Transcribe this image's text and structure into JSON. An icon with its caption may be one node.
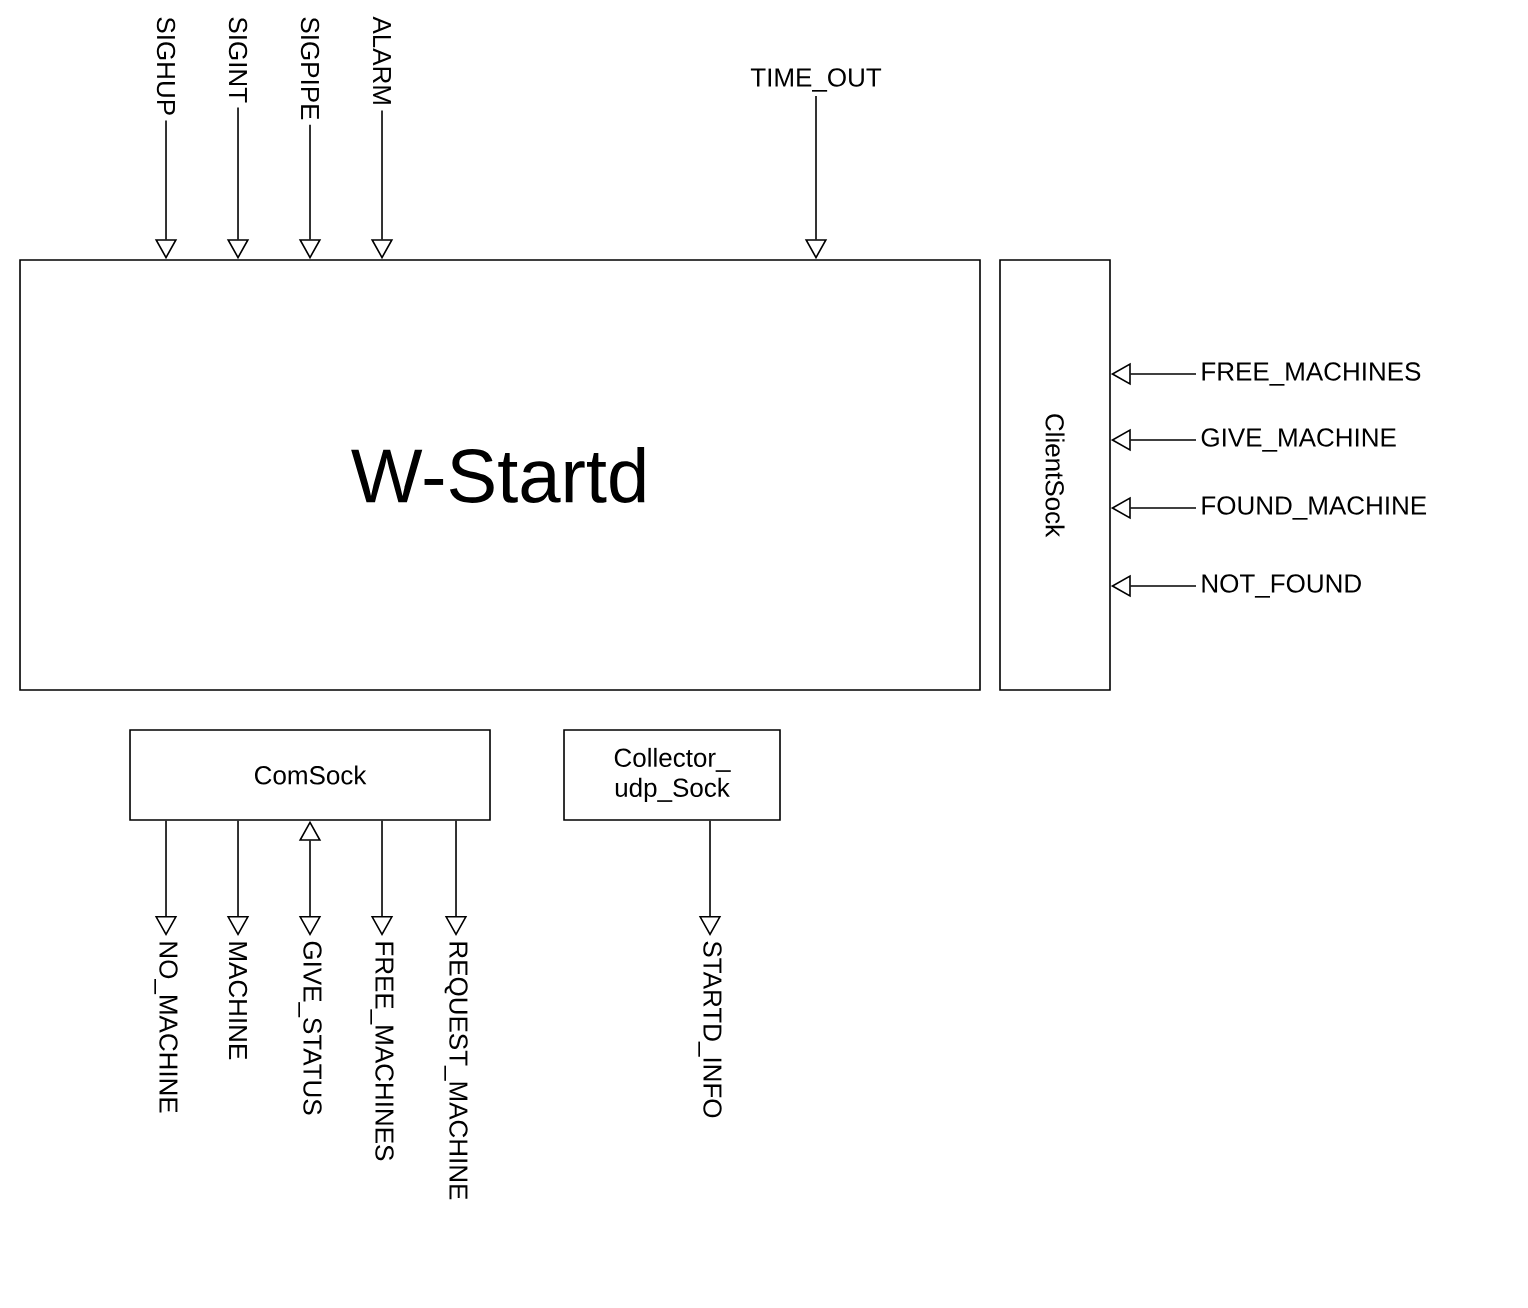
{
  "diagram": {
    "nodes": [
      {
        "text": [
          "W-Startd"
        ]
      },
      {
        "text": [
          "ClientSock"
        ]
      },
      {
        "text": [
          "ComSock"
        ]
      },
      {
        "text": [
          "Collector_ udp_Sock"
        ]
      },
      {
        "text": [
          "SIGHUP"
        ]
      },
      {
        "text": [
          "SIGINT"
        ]
      },
      {
        "text": [
          "SIGPIPE"
        ]
      },
      {
        "text": [
          "ALARM"
        ]
      },
      {
        "text": [
          "TIME_OUT"
        ]
      },
      {
        "text": [
          "FREE_MACHINES"
        ]
      },
      {
        "text": [
          "GIVE_MACHINE"
        ]
      },
      {
        "text": [
          "FOUND_MACHINE"
        ]
      },
      {
        "text": [
          "NOT_FOUND"
        ]
      },
      {
        "text": [
          "NO_MACHINE"
        ]
      },
      {
        "text": [
          "MACHINE"
        ]
      },
      {
        "text": [
          "GIVE_STATUS"
        ]
      },
      {
        "text": [
          "FREE_MACHINES"
        ]
      },
      {
        "text": [
          "REQUEST_MACHINE"
        ]
      },
      {
        "text": [
          "STARTD_INFO"
        ]
      }
    ],
    "edges": [
      {
        "from": 4,
        "to": 0,
        "arrow": "to"
      },
      {
        "from": 5,
        "to": 0,
        "arrow": "to"
      },
      {
        "from": 6,
        "to": 0,
        "arrow": "to"
      },
      {
        "from": 7,
        "to": 0,
        "arrow": "to"
      },
      {
        "from": 8,
        "to": 0,
        "arrow": "to"
      },
      {
        "from": 9,
        "to": 1,
        "arrow": "to"
      },
      {
        "from": 10,
        "to": 1,
        "arrow": "to"
      },
      {
        "from": 11,
        "to": 1,
        "arrow": "to"
      },
      {
        "from": 12,
        "to": 1,
        "arrow": "to"
      },
      {
        "from": 2,
        "to": 13,
        "arrow": "to"
      },
      {
        "from": 2,
        "to": 14,
        "arrow": "to"
      },
      {
        "from": 2,
        "to": 15,
        "arrow": "both"
      },
      {
        "from": 2,
        "to": 16,
        "arrow": "to"
      },
      {
        "from": 2,
        "to": 17,
        "arrow": "to"
      },
      {
        "from": 3,
        "to": 18,
        "arrow": "to"
      }
    ]
  }
}
